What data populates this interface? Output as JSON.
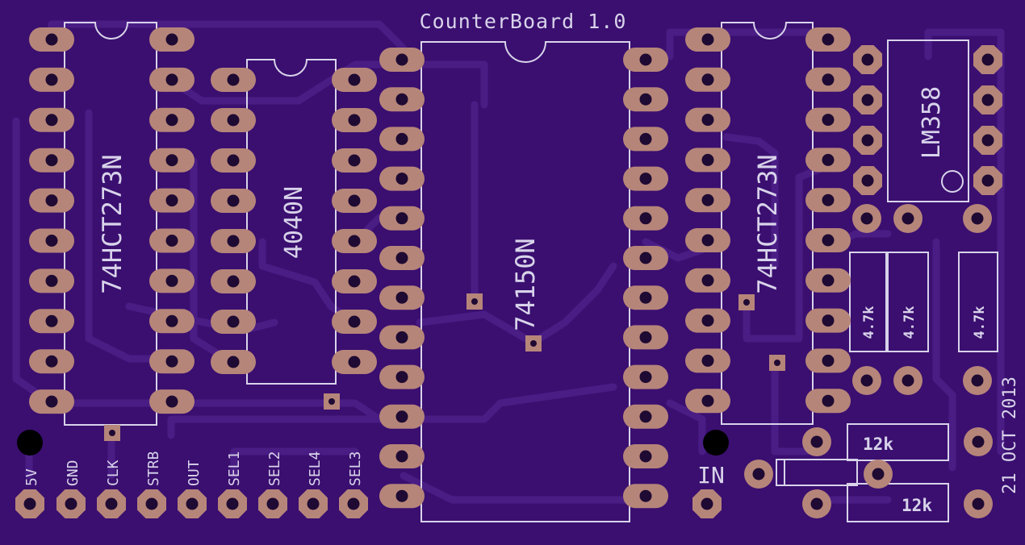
{
  "board": {
    "title": "CounterBoard 1.0",
    "date": "21 OCT 2013",
    "colors": {
      "substrate": "#3a0f70",
      "trace": "#4a1d85",
      "silkscreen": "#d8d3ea",
      "copper_pad": "#b68579"
    }
  },
  "chips": {
    "u_left": "74HCT273N",
    "u_mid": "4040N",
    "u_center": "74150N",
    "u_right": "74HCT273N",
    "u_opamp": "LM358"
  },
  "resistors": {
    "r1": "4.7k",
    "r2": "4.7k",
    "r3": "4.7k",
    "r4": "12k",
    "r5": "12k"
  },
  "connectors": {
    "header_labels": [
      "5V",
      "GND",
      "CLK",
      "STRB",
      "OUT",
      "SEL1",
      "SEL2",
      "SEL4",
      "SEL3"
    ],
    "input_label": "IN"
  }
}
